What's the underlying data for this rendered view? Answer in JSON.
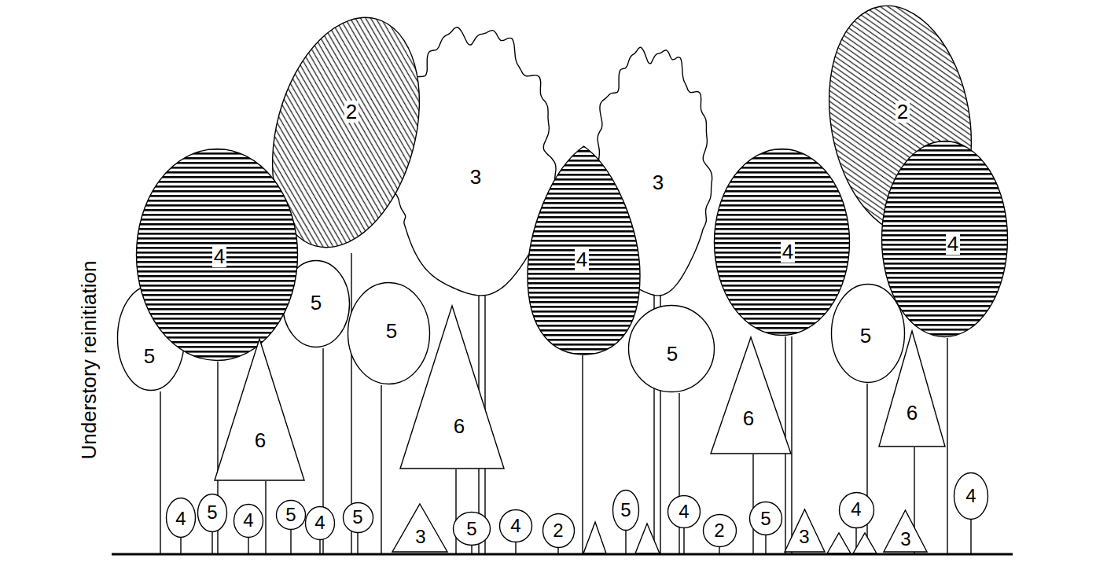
{
  "diagram": {
    "nodes": [
      {
        "text": [
          "3"
        ]
      },
      {
        "text": [
          "3"
        ]
      },
      {
        "text": [
          "2"
        ]
      },
      {
        "text": [
          "2"
        ]
      },
      {
        "text": [
          "5"
        ]
      },
      {
        "text": [
          "5"
        ]
      },
      {
        "text": [
          "5"
        ]
      },
      {
        "text": [
          "5"
        ]
      },
      {
        "text": [
          "5"
        ]
      },
      {
        "text": [
          "4"
        ]
      },
      {
        "text": [
          "4"
        ]
      },
      {
        "text": [
          "4"
        ]
      },
      {
        "text": [
          "4"
        ]
      },
      {
        "text": [
          "6"
        ]
      },
      {
        "text": [
          "6"
        ]
      },
      {
        "text": [
          "6"
        ]
      },
      {
        "text": [
          "6"
        ]
      },
      {
        "text": [
          "4"
        ]
      },
      {
        "text": [
          "5"
        ]
      },
      {
        "text": [
          "4"
        ]
      },
      {
        "text": [
          "5"
        ]
      },
      {
        "text": [
          "4"
        ]
      },
      {
        "text": [
          "5"
        ]
      },
      {
        "text": [
          "3"
        ]
      },
      {
        "text": [
          "5"
        ]
      },
      {
        "text": [
          "4"
        ]
      },
      {
        "text": [
          "2"
        ]
      },
      {
        "text": [
          "5"
        ]
      },
      {
        "text": [
          "4"
        ]
      },
      {
        "text": [
          "2"
        ]
      },
      {
        "text": [
          "5"
        ]
      },
      {
        "text": [
          "3"
        ]
      },
      {
        "text": [
          "4"
        ]
      },
      {
        "text": [
          "3"
        ]
      },
      {
        "text": [
          "4"
        ]
      }
    ],
    "labels": [
      "Understory reinitiation"
    ]
  }
}
